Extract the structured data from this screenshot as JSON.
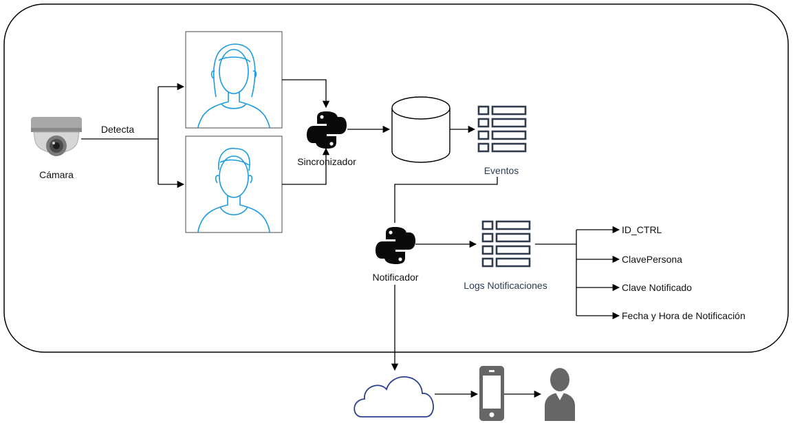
{
  "nodes": {
    "camera": {
      "label": "Cámara",
      "icon": "security-camera-icon"
    },
    "detect_edge": {
      "label": "Detecta"
    },
    "face_female": {
      "icon": "person-female-outline-icon"
    },
    "face_male": {
      "icon": "person-male-outline-icon"
    },
    "sync": {
      "label": "Sincronizador",
      "icon": "python-logo-icon"
    },
    "database": {
      "icon": "database-cylinder-icon"
    },
    "events": {
      "label": "Eventos",
      "icon": "list-table-icon"
    },
    "notifier": {
      "label": "Notificador",
      "icon": "python-logo-icon"
    },
    "logs": {
      "label": "Logs Notificaciones",
      "icon": "list-table-icon"
    },
    "fields": [
      {
        "label": "ID_CTRL"
      },
      {
        "label": "ClavePersona"
      },
      {
        "label": "Clave Notificado"
      },
      {
        "label": "Fecha y Hora de Notificación"
      }
    ],
    "cloud": {
      "icon": "cloud-outline-icon"
    },
    "phone": {
      "icon": "mobile-phone-icon"
    },
    "user": {
      "icon": "user-silhouette-icon"
    }
  },
  "colors": {
    "stroke": "#000000",
    "face_blue": "#1a9ae0",
    "cloud_blue": "#2a3f8f",
    "icon_dark": "#2f3b4c",
    "gray": "#666666"
  }
}
